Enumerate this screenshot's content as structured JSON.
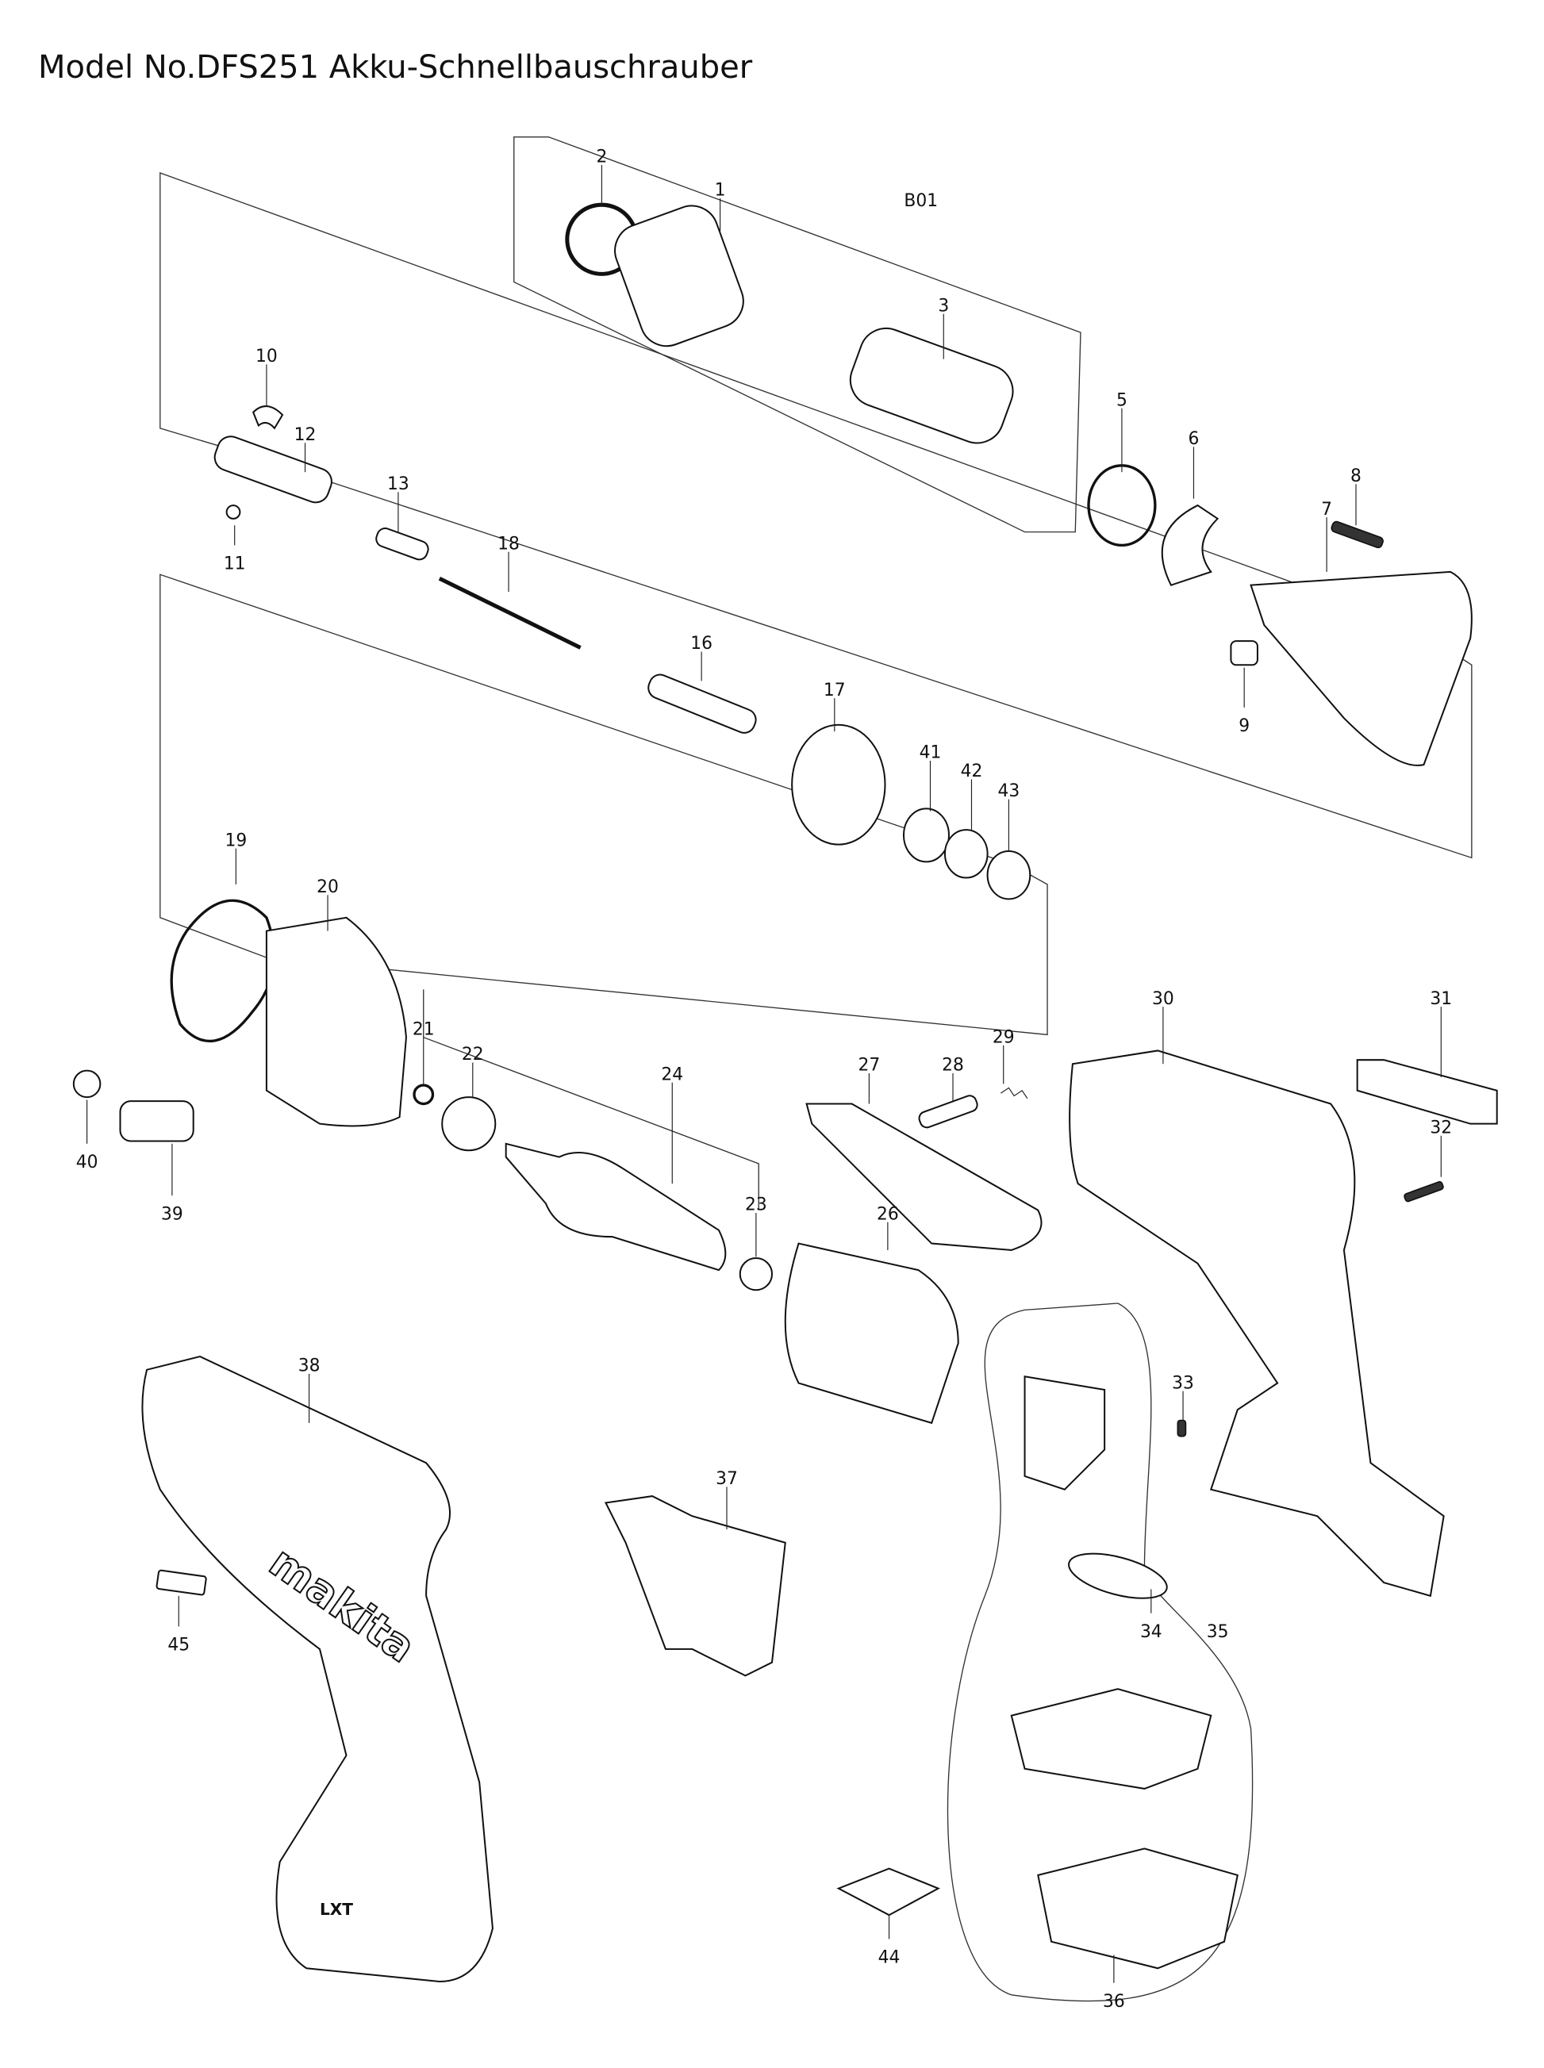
{
  "title": "Model No.DFS251 Akku-Schnellbauschrauber",
  "assembly_label": "B01",
  "brand_mark": "makita",
  "battery_mark": "LXT",
  "parts": [
    {
      "id": "2"
    },
    {
      "id": "1"
    },
    {
      "id": "3"
    },
    {
      "id": "10"
    },
    {
      "id": "12"
    },
    {
      "id": "5"
    },
    {
      "id": "6"
    },
    {
      "id": "8"
    },
    {
      "id": "13"
    },
    {
      "id": "18"
    },
    {
      "id": "7"
    },
    {
      "id": "11"
    },
    {
      "id": "16"
    },
    {
      "id": "17"
    },
    {
      "id": "9"
    },
    {
      "id": "41"
    },
    {
      "id": "42"
    },
    {
      "id": "43"
    },
    {
      "id": "19"
    },
    {
      "id": "20"
    },
    {
      "id": "30"
    },
    {
      "id": "31"
    },
    {
      "id": "21"
    },
    {
      "id": "22"
    },
    {
      "id": "27"
    },
    {
      "id": "28"
    },
    {
      "id": "29"
    },
    {
      "id": "24"
    },
    {
      "id": "32"
    },
    {
      "id": "40"
    },
    {
      "id": "39"
    },
    {
      "id": "23"
    },
    {
      "id": "26"
    },
    {
      "id": "38"
    },
    {
      "id": "33"
    },
    {
      "id": "37"
    },
    {
      "id": "34"
    },
    {
      "id": "35"
    },
    {
      "id": "45"
    },
    {
      "id": "44"
    },
    {
      "id": "36"
    }
  ]
}
